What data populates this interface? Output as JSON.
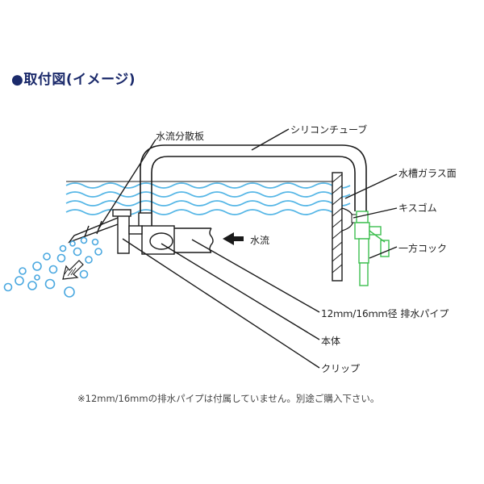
{
  "title": "●取付図(イメージ)",
  "labels": {
    "diffuser": "水流分散板",
    "silicone_tube": "シリコンチューブ",
    "tank_glass": "水槽ガラス面",
    "suction_cup": "キスゴム",
    "valve": "一方コック",
    "water_flow": "水流",
    "drain_pipe": "12ｍｍ/16ｍｍ径 排水パイプ",
    "body": "本体",
    "clip": "クリップ"
  },
  "footnote": "※12mm/16mmの排水パイプは付属していません。別途ご購入下さい。",
  "colors": {
    "title": "#1b2a6b",
    "water_wave": "#55b6e6",
    "bubble": "#4aa8e0",
    "valve_green": "#3dbf4f",
    "line": "#1a1a1a"
  }
}
